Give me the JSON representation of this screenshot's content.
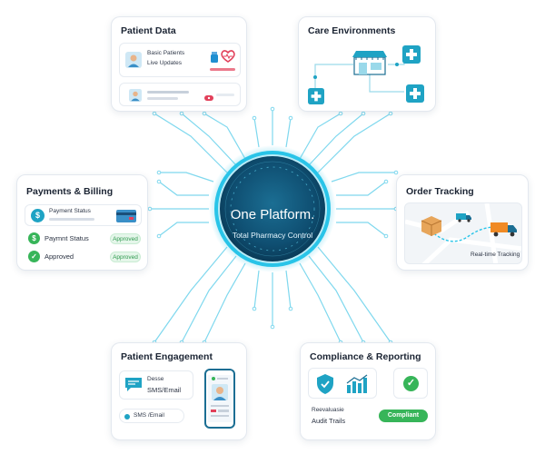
{
  "center": {
    "title": "One Platform.",
    "subtitle": "Total Pharmacy Control"
  },
  "colors": {
    "accent": "#29c4e8",
    "circuit": "#7fd8ee",
    "core_dark": "#0d4a6b",
    "medical": "#1fa3c4",
    "approved": "#37b559",
    "warning": "#f08a24",
    "heart": "#e2405a"
  },
  "patient_data": {
    "title": "Patient Data",
    "line1": "Basic Patients",
    "line2": "Live Updates",
    "icons": [
      "avatar",
      "pill-icon",
      "heart-monitor-icon",
      "bandage-icon",
      "medicine-bottle-icon"
    ]
  },
  "care_environments": {
    "title": "Care Environments",
    "icons": [
      "pharmacy-storefront-icon",
      "medical-cross-icon",
      "medical-cross-icon",
      "medical-cross-icon"
    ]
  },
  "payments": {
    "title": "Payments & Billing",
    "status_label": "Payment Status",
    "row1_label": "Paymnt Status",
    "row1_status": "Approved",
    "row2_label": "Approved",
    "row2_status": "Approved"
  },
  "order_tracking": {
    "title": "Order Tracking",
    "label": "Real-time Tracking",
    "icons": [
      "package-icon",
      "delivery-truck-icon",
      "delivery-truck-icon"
    ]
  },
  "engagement": {
    "title": "Patient Engagement",
    "msg_line1": "Desse",
    "msg_line2": "SMS/Email",
    "pill_label": "SMS /Email"
  },
  "compliance": {
    "title": "Compliance & Reporting",
    "line1": "Reevaluasie",
    "line2": "Audit Trails",
    "badge": "Compliant"
  }
}
